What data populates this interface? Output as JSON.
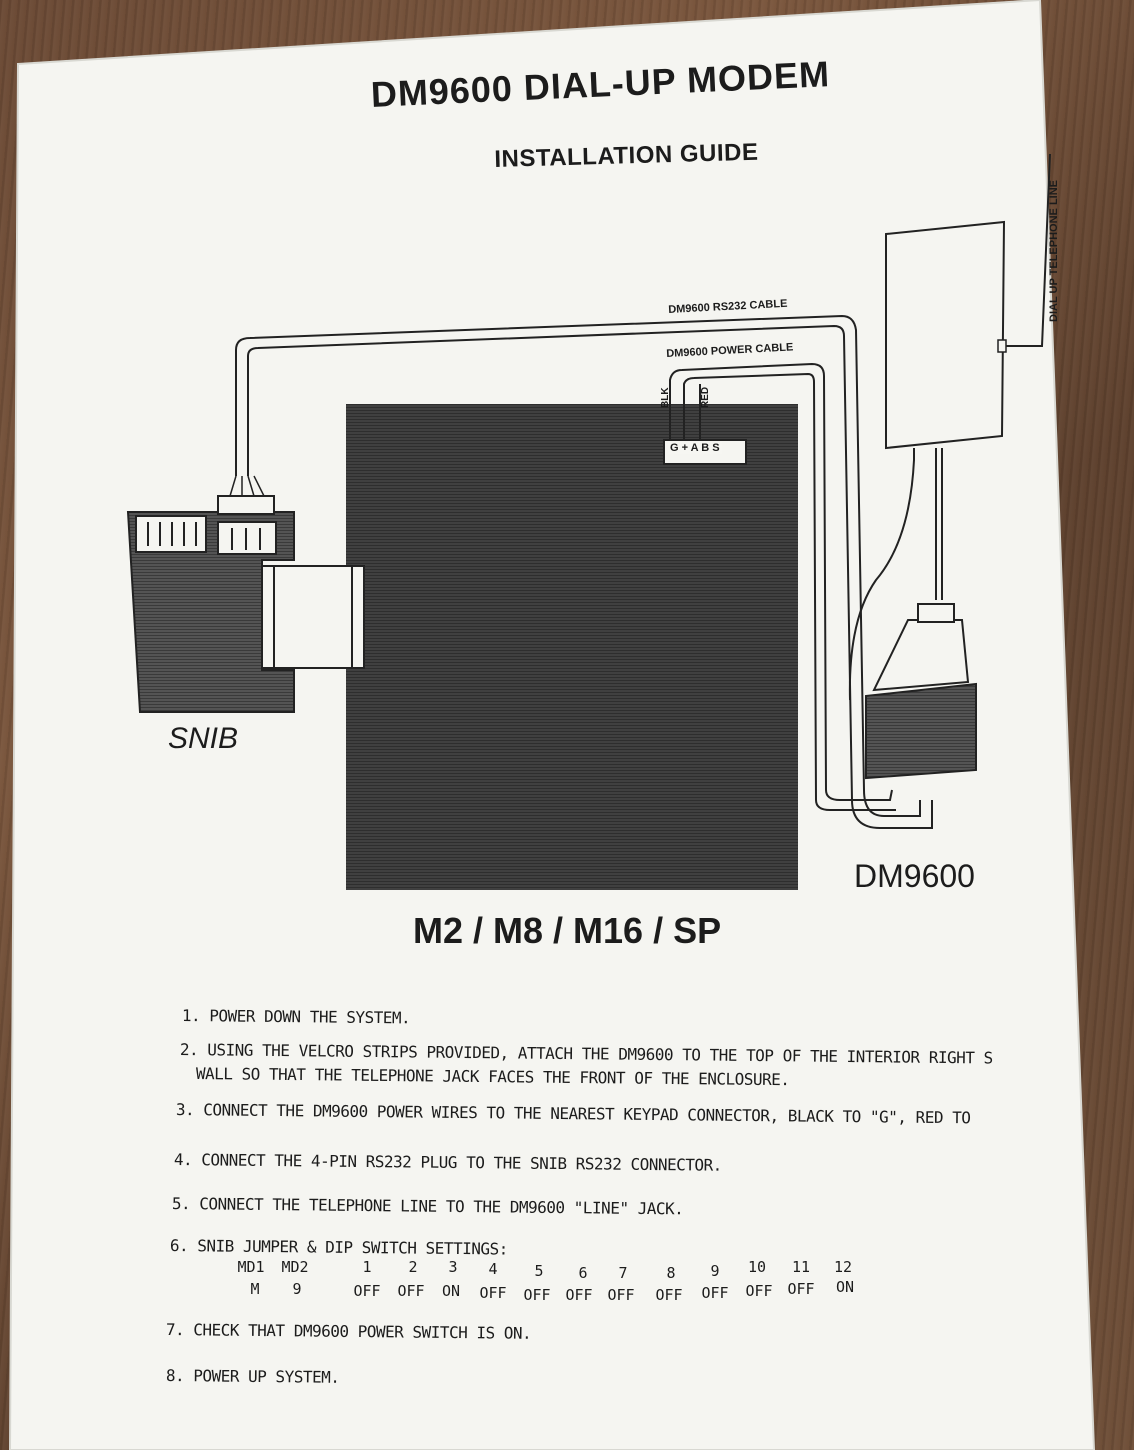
{
  "document": {
    "title": "DM9600 DIAL-UP MODEM",
    "subtitle": "INSTALLATION GUIDE"
  },
  "diagram": {
    "telephone_line_label": "DIAL UP TELEPHONE LINE",
    "rs232_cable_label": "DM9600 RS232 CABLE",
    "power_cable_label": "DM9600 POWER CABLE",
    "wire_blk_label": "BLK",
    "wire_red_label": "RED",
    "terminal_label": "G + A B S",
    "snib_label": "SNIB",
    "modem_label": "DM9600",
    "panel_label": "M2 / M8 / M16 / SP"
  },
  "instructions": {
    "step1": "1. POWER DOWN THE SYSTEM.",
    "step2_line1": "2. USING THE VELCRO STRIPS PROVIDED, ATTACH THE DM9600 TO THE TOP OF THE INTERIOR RIGHT S",
    "step2_line2": "WALL SO THAT THE TELEPHONE JACK FACES THE FRONT OF THE ENCLOSURE.",
    "step3": "3. CONNECT THE DM9600 POWER WIRES TO THE NEAREST KEYPAD CONNECTOR, BLACK TO \"G\", RED TO",
    "step4": "4. CONNECT THE 4-PIN RS232 PLUG TO THE SNIB RS232 CONNECTOR.",
    "step5": "5. CONNECT THE TELEPHONE LINE TO THE DM9600 \"LINE\" JACK.",
    "step6": "6. SNIB JUMPER   &  DIP SWITCH SETTINGS:",
    "step7": "7. CHECK THAT DM9600 POWER SWITCH IS ON.",
    "step8": "8. POWER UP SYSTEM."
  },
  "settings": {
    "jumpers": [
      {
        "name": "MD1",
        "value": "M"
      },
      {
        "name": "MD2",
        "value": "9"
      }
    ],
    "dip_switches": [
      {
        "number": "1",
        "state": "OFF"
      },
      {
        "number": "2",
        "state": "OFF"
      },
      {
        "number": "3",
        "state": "ON"
      },
      {
        "number": "4",
        "state": "OFF"
      },
      {
        "number": "5",
        "state": "OFF"
      },
      {
        "number": "6",
        "state": "OFF"
      },
      {
        "number": "7",
        "state": "OFF"
      },
      {
        "number": "8",
        "state": "OFF"
      },
      {
        "number": "9",
        "state": "OFF"
      },
      {
        "number": "10",
        "state": "OFF"
      },
      {
        "number": "11",
        "state": "OFF"
      },
      {
        "number": "12",
        "state": "ON"
      }
    ]
  }
}
